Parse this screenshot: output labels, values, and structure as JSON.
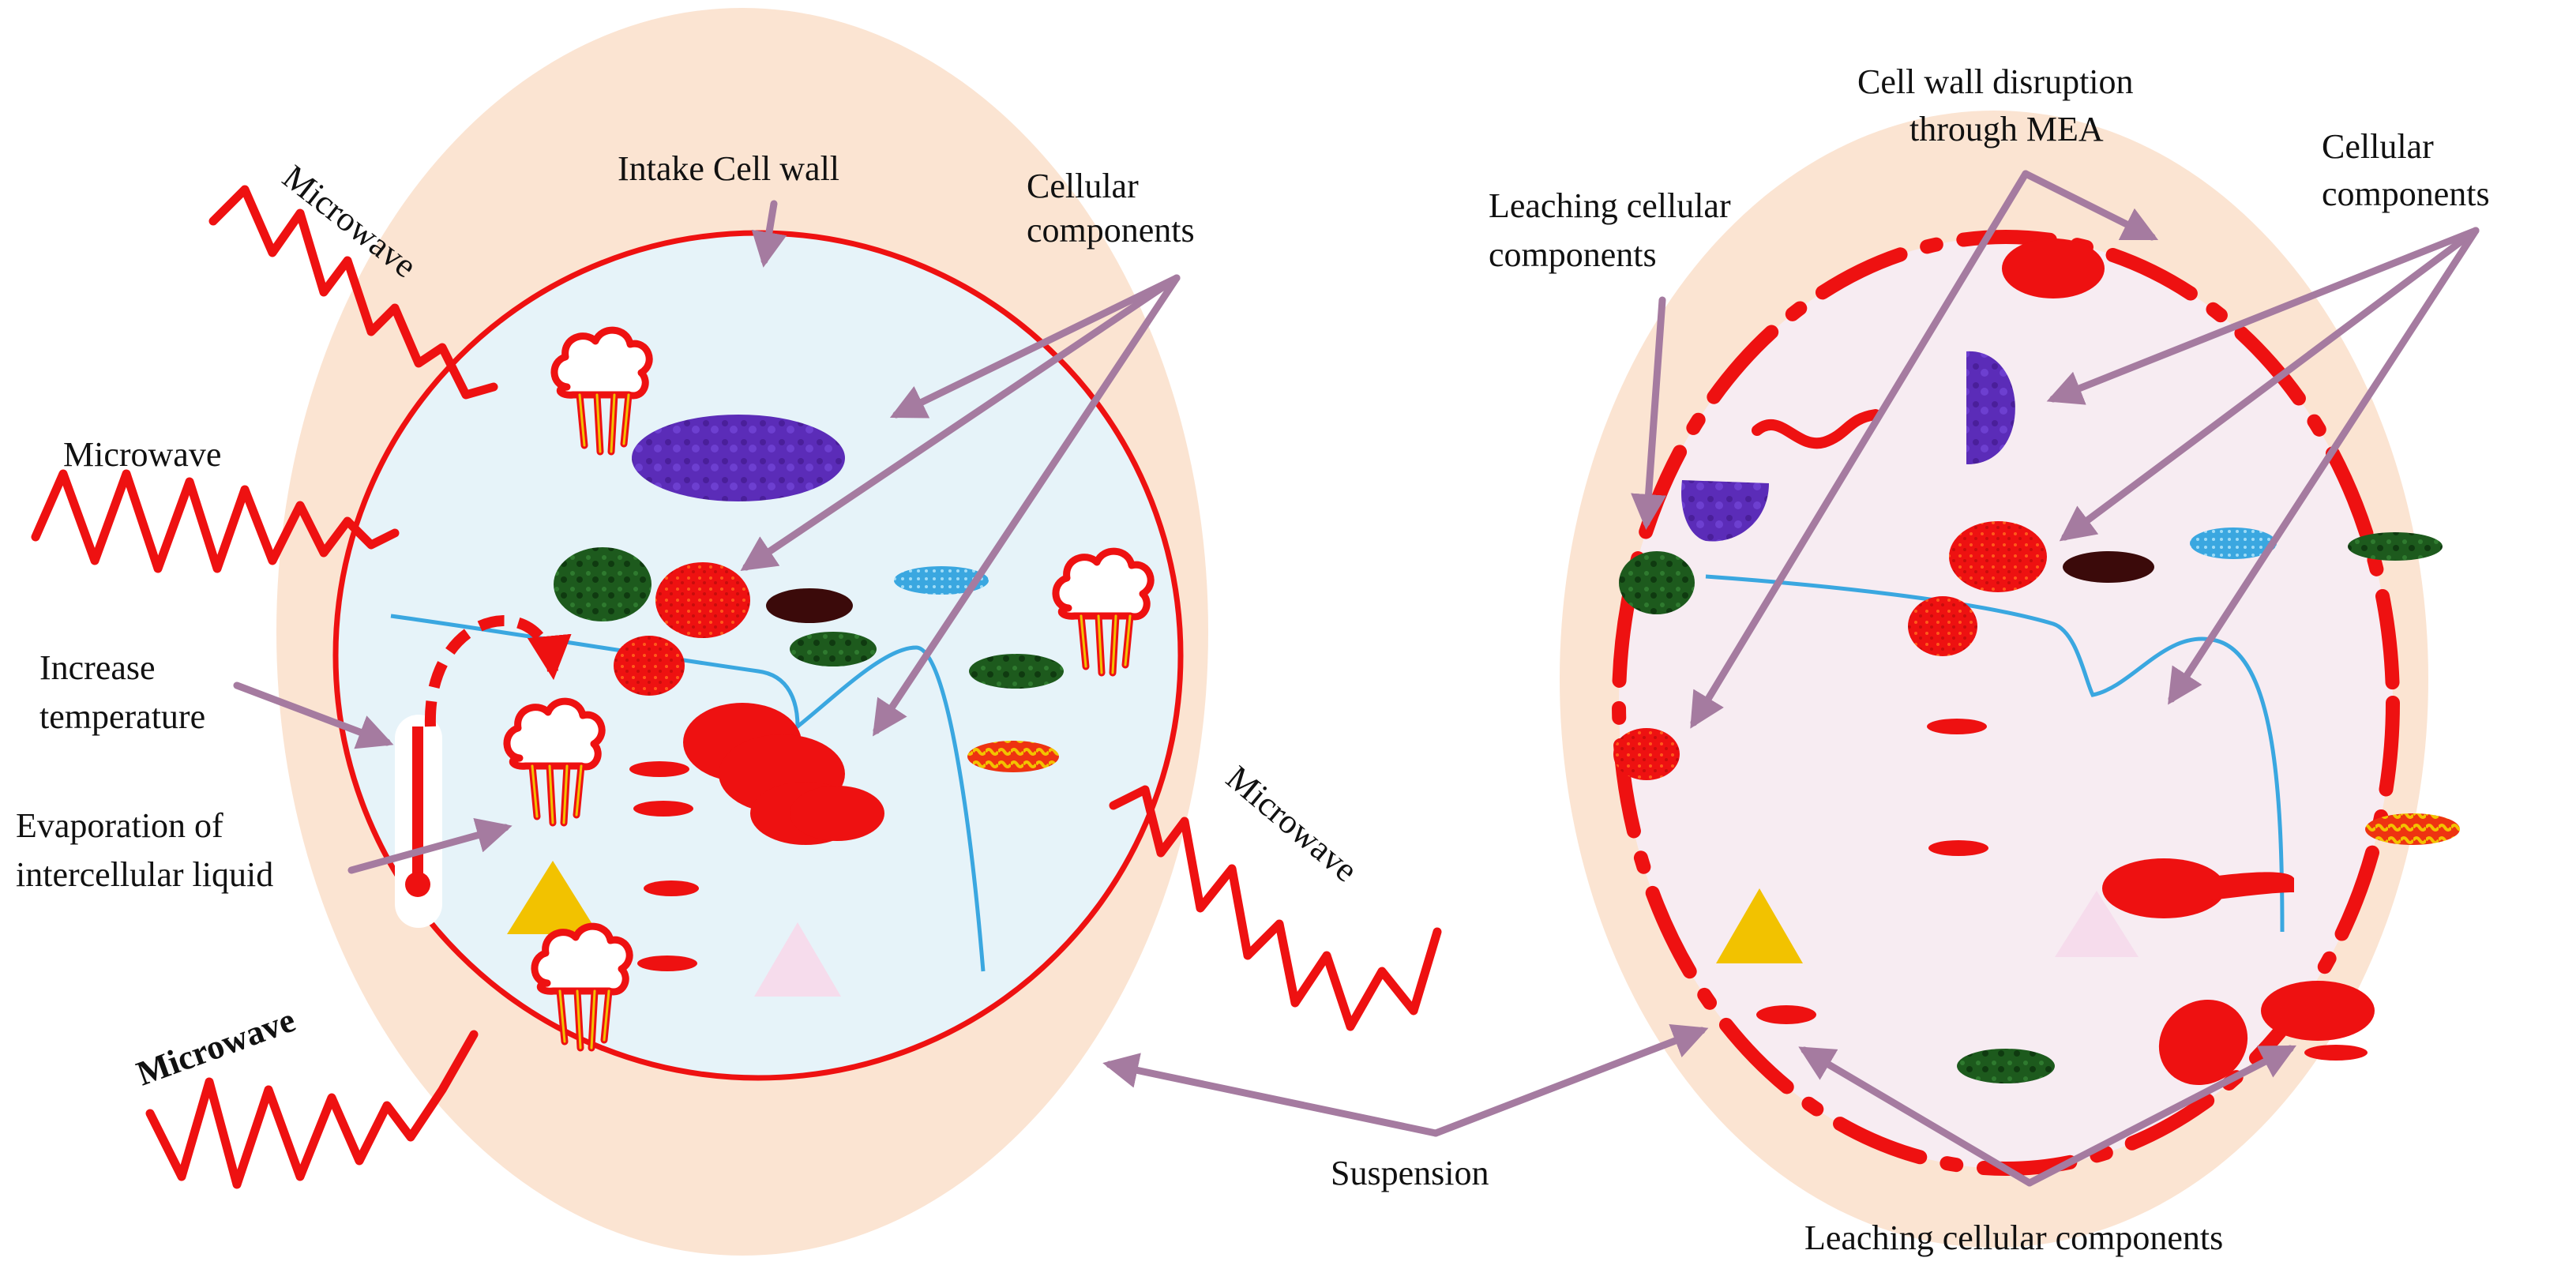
{
  "labels": {
    "microwave_top_left": "Microwave",
    "microwave_left": "Microwave",
    "microwave_bottom_left": "Microwave",
    "microwave_center": "Microwave",
    "intake_cell_wall": "Intake Cell wall",
    "cellular_components_left_1": "Cellular",
    "cellular_components_left_2": "components",
    "increase_temperature_1": "Increase",
    "increase_temperature_2": "temperature",
    "evaporation_1": "Evaporation of",
    "evaporation_2": "intercellular liquid",
    "suspension": "Suspension",
    "cell_wall_disruption_1": "Cell wall disruption",
    "cell_wall_disruption_2": "through MEA",
    "cellular_components_right_1": "Cellular",
    "cellular_components_right_2": "components",
    "leaching_top_1": "Leaching cellular",
    "leaching_top_2": "components",
    "leaching_bottom": "Leaching cellular components"
  },
  "colors": {
    "suspension_halo": "#fbe4d2",
    "intact_cell_fill": "#e6f3f9",
    "disrupted_cell_fill": "#f7ecf2",
    "cell_wall": "#ee1111",
    "arrow": "#a57ba0",
    "nucleus_purple": "#5b2cb8",
    "chloroplast_green": "#1d5a1d",
    "red_organelle": "#ee1111",
    "dark_organelle": "#3b0a0a",
    "vacuole_blue": "#3aa7e0",
    "triangle_yellow": "#f2c200",
    "triangle_pink": "#f6dcec"
  },
  "icons": [
    "steam-icon",
    "thermometer-icon",
    "microwave-wave-icon"
  ]
}
